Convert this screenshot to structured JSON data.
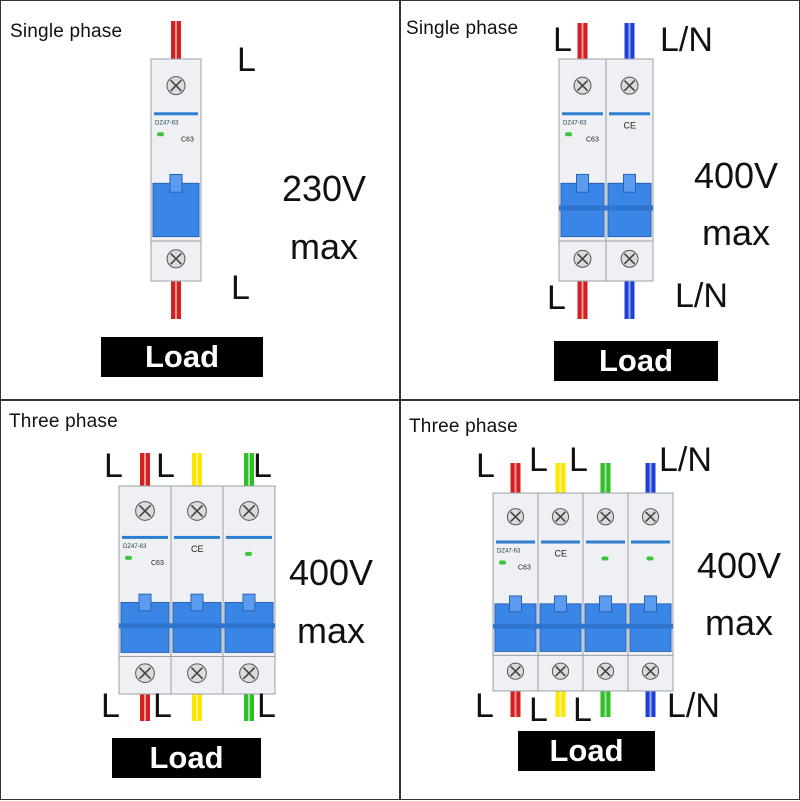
{
  "breaker": {
    "model": "DZ47-63",
    "rating": "C63",
    "ce": "CE"
  },
  "colors": {
    "red": "#d61f1f",
    "yellow": "#ffe600",
    "green": "#2fbf27",
    "blue": "#1f3fd6",
    "body": "#eef0f3",
    "handle": "#3a86e6",
    "label_blue": "#2f7fd1"
  },
  "panels": [
    {
      "title": "Single phase",
      "voltage": "230V",
      "max": "max",
      "load": "Load",
      "top_labels": [
        "L"
      ],
      "bottom_labels": [
        "L"
      ],
      "wires": [
        "red"
      ]
    },
    {
      "title": "Single phase",
      "voltage": "400V",
      "max": "max",
      "load": "Load",
      "top_labels": [
        "L",
        "L/N"
      ],
      "bottom_labels": [
        "L",
        "L/N"
      ],
      "wires": [
        "red",
        "blue"
      ]
    },
    {
      "title": "Three phase",
      "voltage": "400V",
      "max": "max",
      "load": "Load",
      "top_labels": [
        "L",
        "L",
        "L"
      ],
      "bottom_labels": [
        "L",
        "L",
        "L"
      ],
      "wires": [
        "red",
        "yellow",
        "green"
      ]
    },
    {
      "title": "Three phase",
      "voltage": "400V",
      "max": "max",
      "load": "Load",
      "top_labels": [
        "L",
        "L",
        "L",
        "L/N"
      ],
      "bottom_labels": [
        "L",
        "L",
        "L",
        "L/N"
      ],
      "wires": [
        "red",
        "yellow",
        "green",
        "blue"
      ]
    }
  ]
}
